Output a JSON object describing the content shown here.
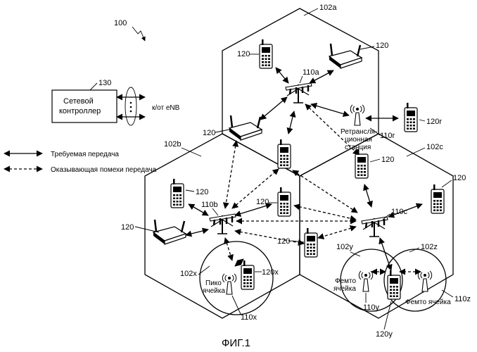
{
  "figure": {
    "system_ref": "100",
    "caption": "ФИГ.1"
  },
  "controller": {
    "ref": "130",
    "label_line1": "Сетевой",
    "label_line2": "контроллер",
    "link_label": "к/от  eNB"
  },
  "legend": {
    "desired": "Требуемая передача",
    "interfering": "Оказывающая помехи передача"
  },
  "cells": {
    "a": "102a",
    "b": "102b",
    "c": "102c",
    "x": "102x",
    "y": "102y",
    "z": "102z"
  },
  "stations": {
    "a": "110a",
    "b": "110b",
    "c": "110c",
    "r": "110r",
    "x": "110x",
    "y": "110y",
    "z": "110z",
    "relay_line1": "Ретрансля-",
    "relay_line2": "ционная",
    "relay_line3": "станция",
    "pico_line1": "Пико",
    "pico_line2": "ячейка",
    "femto1_line1": "Фемто",
    "femto1_line2": "ячейка",
    "femto2": "Фемто ячейка"
  },
  "ue": {
    "generic": "120",
    "r": "120r",
    "x": "120x",
    "y": "120y"
  }
}
